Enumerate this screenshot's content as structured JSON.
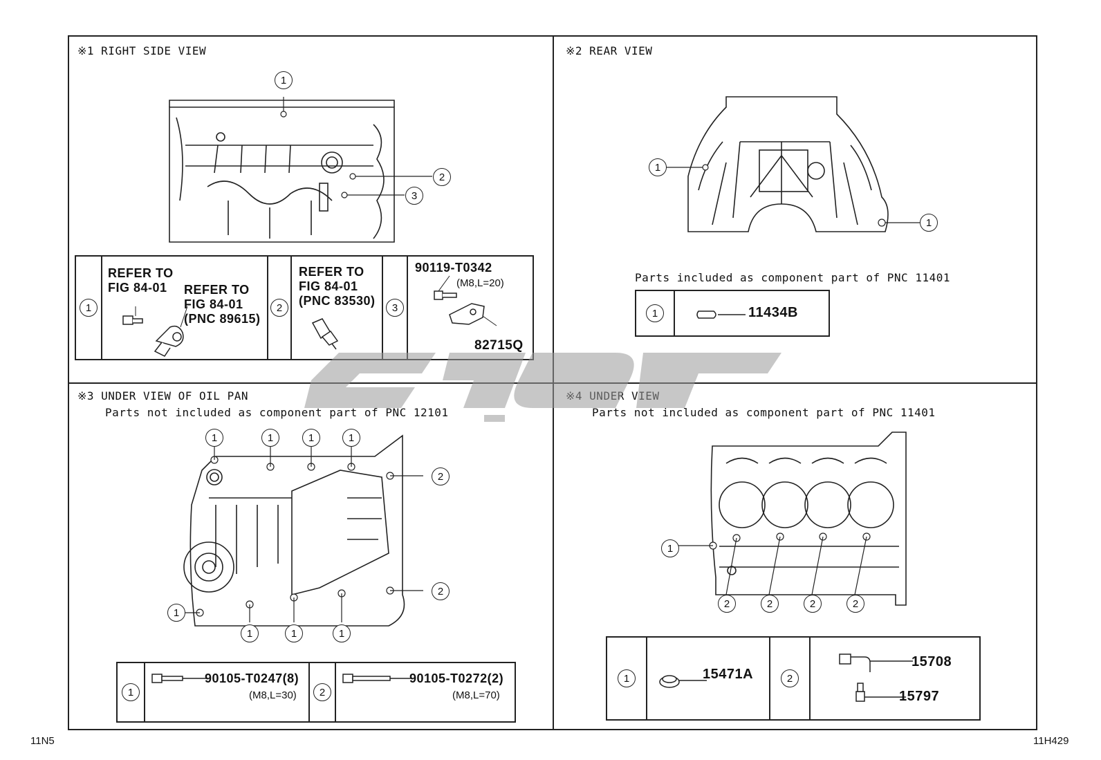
{
  "panels": {
    "p1": {
      "title": "※1 RIGHT SIDE VIEW"
    },
    "p2": {
      "title": "※2 REAR VIEW",
      "note": "Parts included as component part of PNC 11401"
    },
    "p3": {
      "title": "※3 UNDER VIEW OF OIL PAN",
      "note": "Parts not included as component part of PNC 12101"
    },
    "p4": {
      "title": "※4 UNDER VIEW",
      "note": "Parts not included as component part of PNC 11401"
    }
  },
  "callouts": {
    "c1": "1",
    "c2": "2",
    "c3": "3"
  },
  "table1": {
    "r1_ref_a": "REFER TO\nFIG 84-01",
    "r1_ref_b": "REFER TO\nFIG 84-01\n(PNC 89615)",
    "r2_ref": "REFER TO\nFIG 84-01\n(PNC 83530)",
    "r3_part": "90119-T0342",
    "r3_spec": "(M8,L=20)",
    "r3_part2": "82715Q"
  },
  "table2": {
    "part": "11434B"
  },
  "table3": {
    "part1": "90105-T0247(8)",
    "spec1": "(M8,L=30)",
    "part2": "90105-T0272(2)",
    "spec2": "(M8,L=70)"
  },
  "table4": {
    "part1": "15471A",
    "part2a": "15708",
    "part2b": "15797"
  },
  "footer": {
    "left": "11N5",
    "right": "11H429"
  }
}
